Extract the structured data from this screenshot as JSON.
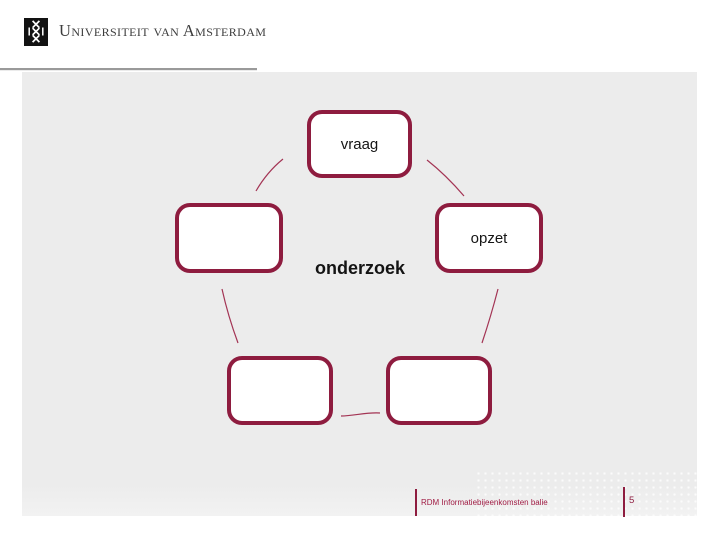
{
  "header": {
    "wordmark": "Universiteit van Amsterdam",
    "logo": "uva-crest-three-crosses"
  },
  "slide": {
    "diagram": {
      "type": "cycle",
      "center_label": "onderzoek",
      "nodes": [
        {
          "id": "top",
          "label": "vraag"
        },
        {
          "id": "mid-left",
          "label": ""
        },
        {
          "id": "mid-right",
          "label": "opzet"
        },
        {
          "id": "bottom-left",
          "label": ""
        },
        {
          "id": "bottom-right",
          "label": ""
        }
      ],
      "connections": [
        "top to mid-left",
        "top to mid-right",
        "mid-left to bottom-left",
        "mid-right to bottom-right",
        "bottom-left to bottom-right"
      ]
    },
    "footer": {
      "text": "RDM Informatiebijeenkomsten balie",
      "page_number": "5"
    }
  },
  "colors": {
    "accent_maroon": "#8E1C3F",
    "footer_text": "#A01C44",
    "slide_background": "#ECECEC",
    "logo_black": "#121212"
  }
}
